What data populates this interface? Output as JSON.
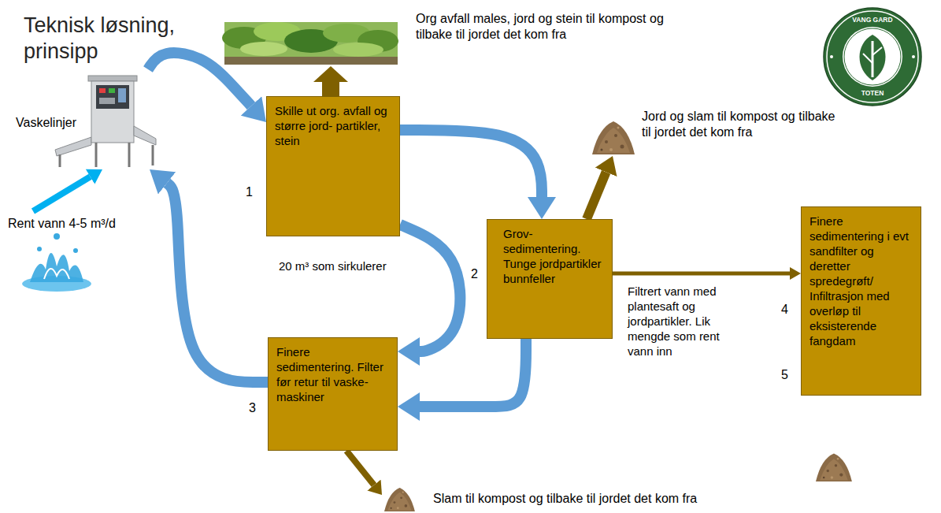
{
  "diagram": {
    "title": "Teknisk løsning, prinsipp",
    "nodes": [
      {
        "text": [
          "Vaskelinjer"
        ]
      },
      {
        "text": [
          "Rent vann 4-5 m³/d"
        ]
      },
      {
        "text": [
          "Skille ut org. avfall og større jord- partikler, stein"
        ]
      },
      {
        "text": [
          "Org avfall males, jord og stein til kompost og tilbake til jordet det kom fra"
        ]
      },
      {
        "text": [
          "Grov- sedimentering. Tunge jordpartikler bunnfeller"
        ]
      },
      {
        "text": [
          "Jord og slam til kompost og tilbake til jordet det kom fra"
        ]
      },
      {
        "text": [
          "Finere sedimentering. Filter før retur til vaske- maskiner"
        ]
      },
      {
        "text": [
          "Slam til kompost og tilbake til jordet det kom fra"
        ]
      },
      {
        "text": [
          "Finere sedimentering i evt sandfilter og deretter spredegrøft/ Infiltrasjon med overløp til eksisterende fangdam"
        ]
      }
    ],
    "edges": [
      {
        "from": 1,
        "to": 0,
        "arrow": "to"
      },
      {
        "from": 0,
        "to": 2,
        "arrow": "to"
      },
      {
        "from": 2,
        "to": 3,
        "arrow": "to"
      },
      {
        "from": 2,
        "to": 4,
        "arrow": "to"
      },
      {
        "from": 2,
        "to": 6,
        "label": "20 m³ som sirkulerer",
        "arrow": "to"
      },
      {
        "from": 4,
        "to": 5,
        "arrow": "to"
      },
      {
        "from": 4,
        "to": 6,
        "arrow": "to"
      },
      {
        "from": 4,
        "to": 8,
        "label": "Filtrert vann med plantesaft og jordpartikler. Lik mengde som rent vann inn",
        "arrow": "to"
      },
      {
        "from": 6,
        "to": 0,
        "arrow": "to"
      },
      {
        "from": 6,
        "to": 7,
        "arrow": "to"
      }
    ],
    "labels": [
      "1",
      "2",
      "3",
      "4",
      "5",
      "VANG GARD",
      "TOTEN"
    ]
  }
}
